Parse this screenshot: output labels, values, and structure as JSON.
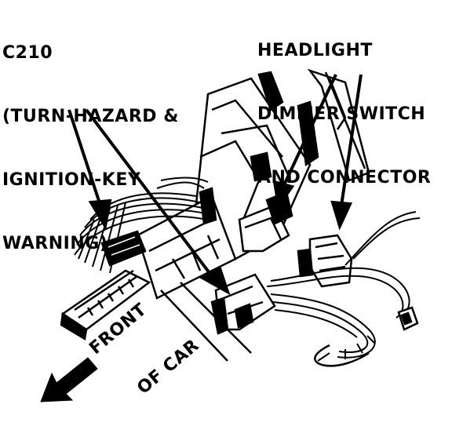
{
  "labels": {
    "connector_c210": {
      "lines": [
        "C210",
        "(TURN-HAZARD &",
        "IGNITION-KEY",
        "WARNING)"
      ]
    },
    "headlight_switch": {
      "lines": [
        "HEADLIGHT",
        "DIMMER SWITCH",
        "AND CONNECTOR"
      ]
    },
    "front_of_car": {
      "lines": [
        "FRONT",
        "OF CAR"
      ]
    }
  },
  "colors": {
    "ink": "#000000",
    "paper": "#ffffff"
  }
}
